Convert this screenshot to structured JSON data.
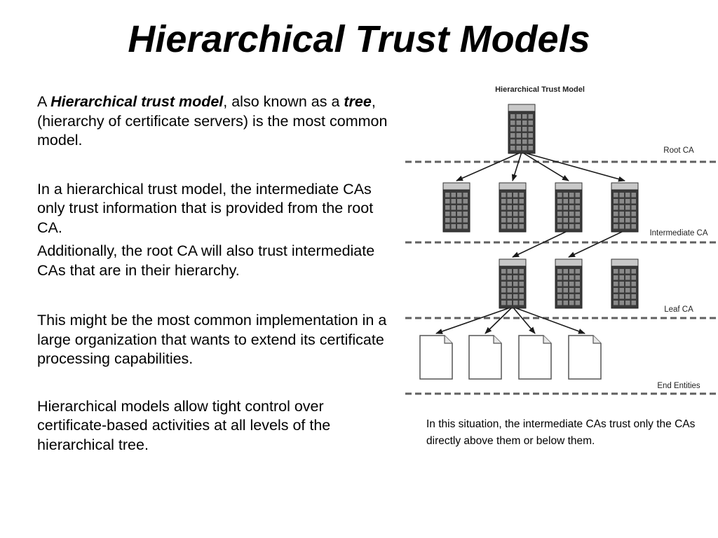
{
  "slide": {
    "title": "Hierarchical Trust Models",
    "para1": {
      "pre": "A ",
      "bold1": "Hierarchical trust model",
      "mid": ", also known as a ",
      "bold2": "tree",
      "post": ", (hierarchy of certificate servers) is the most common model."
    },
    "para2": "In a hierarchical trust model, the intermediate CAs only trust information that is provided from the root CA.",
    "para3": "Additionally, the root CA will also trust intermediate CAs that are in their hierarchy.",
    "para4": "This might be the most common implementation in a large organization that wants to extend its certificate processing capabilities.",
    "para5": "Hierarchical models allow tight control over certificate-based activities at all levels of the hierarchical tree.",
    "caption": "In this situation, the intermediate CAs trust only the CAs directly above them or below them."
  },
  "diagram": {
    "title": "Hierarchical Trust Model",
    "tiers": [
      {
        "label": "Root CA",
        "node_count": 1,
        "node_kind": "server"
      },
      {
        "label": "Intermediate CA",
        "node_count": 4,
        "node_kind": "server"
      },
      {
        "label": "Leaf CA",
        "node_count": 3,
        "node_kind": "server"
      },
      {
        "label": "End Entities",
        "node_count": 4,
        "node_kind": "document"
      }
    ],
    "edges": [
      {
        "from": "root-0",
        "to": "intermediate-0"
      },
      {
        "from": "root-0",
        "to": "intermediate-1"
      },
      {
        "from": "root-0",
        "to": "intermediate-2"
      },
      {
        "from": "root-0",
        "to": "intermediate-3"
      },
      {
        "from": "intermediate-2",
        "to": "leaf-0"
      },
      {
        "from": "intermediate-3",
        "to": "leaf-1"
      },
      {
        "from": "leaf-0",
        "to": "end-0"
      },
      {
        "from": "leaf-0",
        "to": "end-1"
      },
      {
        "from": "leaf-0",
        "to": "end-2"
      },
      {
        "from": "leaf-0",
        "to": "end-3"
      }
    ],
    "colors": {
      "server_body": "#3a3a3a",
      "server_cell": "#8a8a8a",
      "server_top": "#c8c8c8",
      "divider": "#606060",
      "arrow": "#1a1a1a",
      "label": "#222222"
    }
  }
}
